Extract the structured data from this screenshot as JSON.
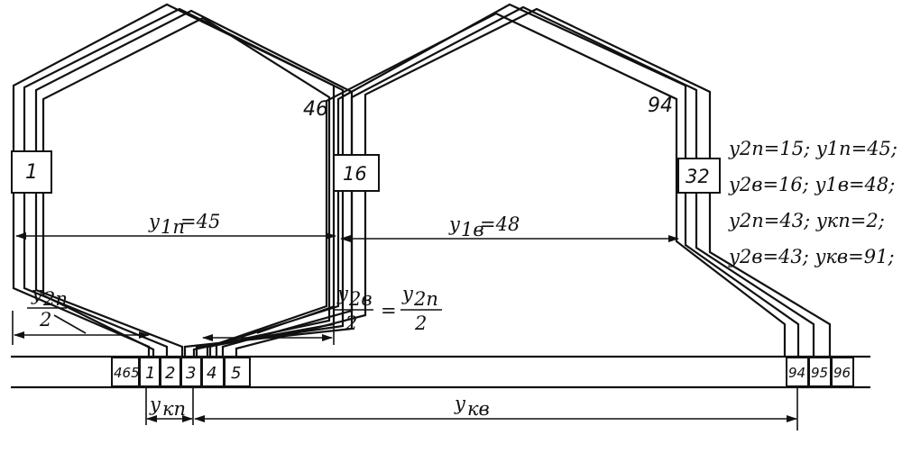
{
  "coil_labels": {
    "slot_1": "1",
    "slot_16": "16",
    "slot_32": "32",
    "top_46": "46",
    "top_94": "94"
  },
  "dimensions": {
    "y1n": "y",
    "y1n_sub": "1п",
    "y1n_val": "=45",
    "y1v": "y",
    "y1v_sub": "1в",
    "y1v_val": "=48",
    "y2n_num": "y",
    "y2n_num_sub": "2п",
    "y2n_den": "2",
    "y2v_num": "y",
    "y2v_num_sub": "2в",
    "y2v_den": "2",
    "eq_sign": "=",
    "y2n_num_b": "y",
    "y2n_num_b_sub": "2п",
    "y2n_den_b": "2",
    "ykn": "y",
    "ykn_sub": "кп",
    "ykv": "y",
    "ykv_sub": "кв"
  },
  "commutator": {
    "left_segments": [
      "465",
      "1",
      "2",
      "3",
      "4",
      "5"
    ],
    "right_segments": [
      "94",
      "95",
      "96"
    ]
  },
  "formulas": [
    "y2п=15;  y1п=45;",
    "y2в=16;  y1в=48;",
    "y2п=43;  yкп=2;",
    "y2в=43;  yкв=91;"
  ]
}
